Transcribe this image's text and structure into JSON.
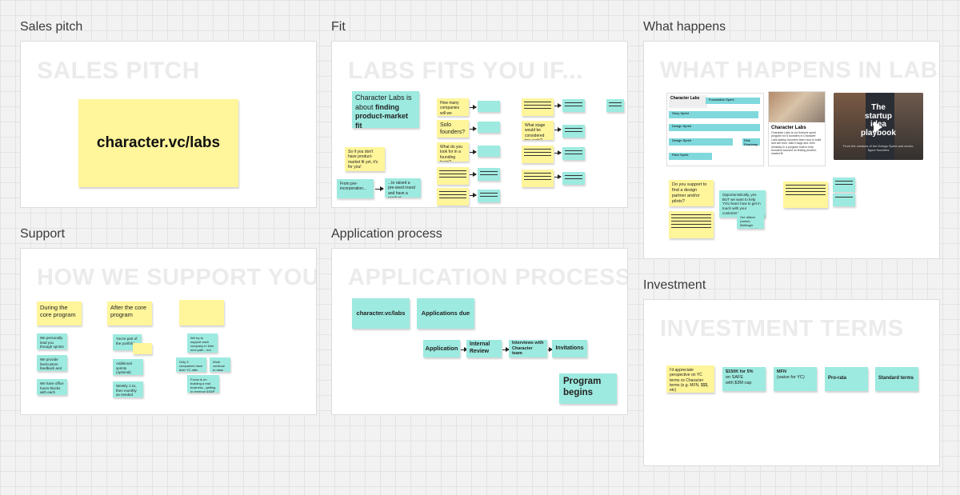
{
  "frames": {
    "sales": {
      "label": "Sales pitch",
      "heading": "SALES PITCH",
      "sticky": "character.vc/labs"
    },
    "fit": {
      "label": "Fit",
      "heading": "LABS FITS YOU IF...",
      "intro_prefix": "Character Labs is about ",
      "intro_bold": "finding product-market fit",
      "no_pmf": "So if you don't have product-market fit yet, it's for you!",
      "from_pre": "From pre-incorporation...",
      "raised": "...to raised a pre-seed round and have a product",
      "how_many": "How many companies will we accept?",
      "solo": "Solo founders?",
      "what_do": "What do you look for in a founding team?",
      "what_stage": "What stage would be considered too early?"
    },
    "what": {
      "label": "What happens",
      "heading": "WHAT HAPPENS IN LABS",
      "card_title": "Character Labs",
      "card_text": "Character Labs is our themed sprint program for 6 founders in Character Labs startup founders learn how to build and sell from Jake Knapp and John Zeratsky in a program built to help founders focused on finding product-market fit.",
      "roadmap_title": "Character Labs",
      "roadmap_top": "Foundation Sprint",
      "roadmap_rows": [
        "Story Sprint",
        "Design Sprint",
        "Design Sprint",
        "Pitch Sprint"
      ],
      "roadmap_extra": "Risk Roadmap",
      "video_title_1": "The",
      "video_title_2": "startup idea",
      "video_title_3": "playbook",
      "video_sub": "From the creators of the Design Sprint and seven-figure founders",
      "design_partner": "Do you support to find a design partner and/or pilots?",
      "opportunistically": "Opportunistically, yes. BUT we want to help YOU learn how to get in touch with your customers.",
      "allison": "Our allison (name) Meltinger helps with this"
    },
    "support": {
      "label": "Support",
      "heading": "HOW WE SUPPORT YOU",
      "during": "During the core program",
      "after": "After the core program",
      "d1": "We personally lead you through sprints",
      "d2": "We provide live/custom feedback and coaching to each team",
      "d3": "We have office hours blocks with each team",
      "a1": "You're part of the portfolio",
      "a2": "Additional sprints (optional)",
      "a3": "Weekly 1:1s, then monthly as needed",
      "a4": "We try to support each company in their next path - not just true post-Labs startups",
      "a5": "Only 3 companies have their YC after Labs",
      "a6": "Work continue to raise pre-seed or seed round",
      "a7": "Focus is on building a real business - getting to revenue ASAP"
    },
    "app": {
      "label": "Application process",
      "heading": "APPLICATION PROCESS",
      "url": "character.vc/labs",
      "due": "Applications due",
      "steps": [
        "Application",
        "Internal Review",
        "Interviews with Character team",
        "Invitations"
      ],
      "begins": "Program begins"
    },
    "invest": {
      "label": "Investment",
      "heading": "INVESTMENT TERMS",
      "perspective": "I'd appreciate perspective on YC terms vs Character terms (e.g. MFN, $$$, etc)",
      "terms_1": "$150K for 5%",
      "terms_2": "on SAFE",
      "terms_3": "with $3M cap",
      "mfn_1": "MFN",
      "mfn_2": "(waive for YC)",
      "prorata": "Pro-rata",
      "standard": "Standard terms"
    }
  },
  "colors": {
    "yellow_sticky": "#fff59b",
    "cyan_sticky": "#9deae0",
    "heading_ghost": "#ebebeb"
  }
}
